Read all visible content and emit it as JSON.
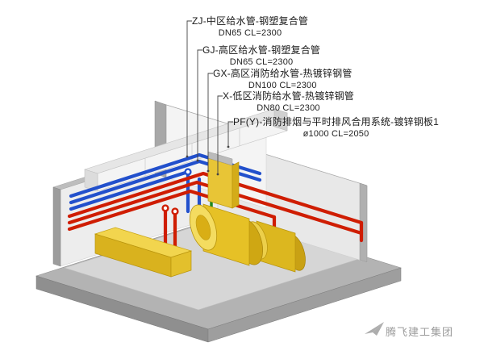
{
  "annotations": [
    {
      "line1": "ZJ-中区给水管-钢塑复合管",
      "line2": "DN65 CL=2300"
    },
    {
      "line1": "GJ-高区给水管-钢塑复合管",
      "line2": "DN65 CL=2300"
    },
    {
      "line1": "GX-高区消防给水管-热镀锌钢管",
      "line2": "DN100 CL=2300"
    },
    {
      "line1": "X-低区消防给水管-热镀锌钢管",
      "line2": "DN80 CL=2300"
    },
    {
      "line1": "PF(Y)-消防排烟与平时排风合用系统-镀锌钢板1",
      "line2": "ø1000 CL=2050"
    }
  ],
  "watermark": {
    "logo": "paper-plane-icon",
    "text": "腾飞建工集团"
  },
  "colors": {
    "fire_pipe": "#cf1d02",
    "water_pipe": "#2250cc",
    "vent_pipe": "#1e8a1e",
    "duct_galvanized": "#f2f2f2",
    "fan_yellow": "#e6c126",
    "concrete_gray": "#b3b3b3",
    "leader_line": "#444444",
    "label_text": "#1a1a1a",
    "watermark_gray": "#9b9b9b"
  }
}
